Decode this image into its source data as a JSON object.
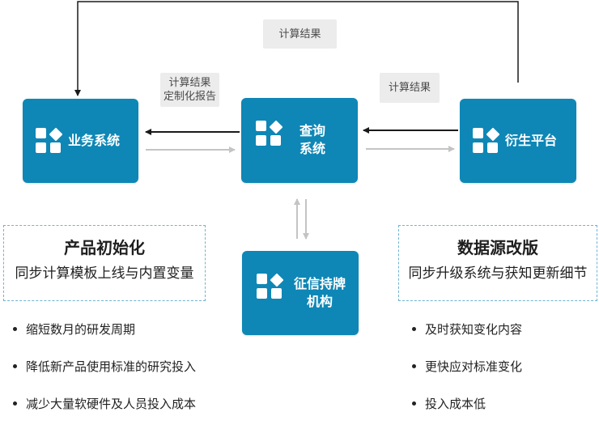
{
  "nodes": {
    "business": {
      "label": "业务系统"
    },
    "query": {
      "label": "查询\n系统"
    },
    "derivative": {
      "label": "衍生平台"
    },
    "credit": {
      "label": "征信持牌\n机构"
    }
  },
  "edge_labels": {
    "top_feedback": "计算结果",
    "to_business": "计算结果\n定制化报告",
    "to_query": "计算结果"
  },
  "left_panel": {
    "title": "产品初始化",
    "subtitle": "同步计算模板上线与内置变量",
    "bullets": [
      "缩短数月的研发周期",
      "降低新产品使用标准的研究投入",
      "减少大量软硬件及人员投入成本"
    ]
  },
  "right_panel": {
    "title": "数据源改版",
    "subtitle": "同步升级系统与获知更新细节",
    "bullets": [
      "及时获知变化内容",
      "更快应对标准变化",
      "投入成本低"
    ]
  },
  "colors": {
    "node_fill": "#0e87b6",
    "dashed_border": "#6fb3d2",
    "arrow_dark": "#1a1a1a",
    "arrow_light": "#c4c4c4",
    "tag_fill": "#ececec"
  }
}
